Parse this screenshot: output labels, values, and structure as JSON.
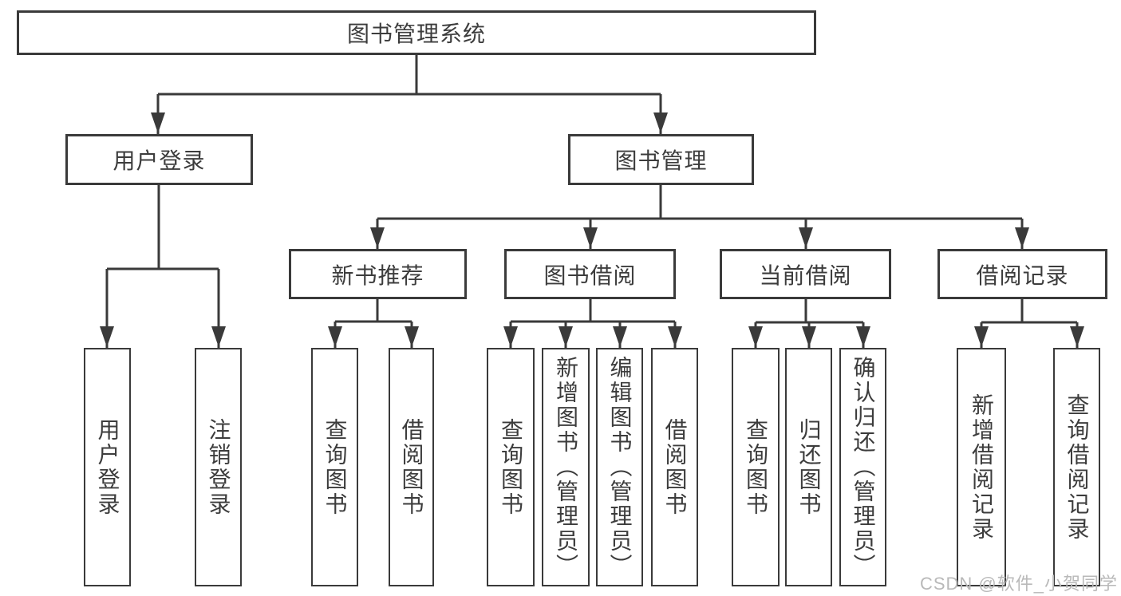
{
  "tree": {
    "label": "图书管理系统",
    "children": [
      {
        "label": "用户登录",
        "children": [
          {
            "label": "用户登录"
          },
          {
            "label": "注销登录"
          }
        ]
      },
      {
        "label": "图书管理",
        "children": [
          {
            "label": "新书推荐",
            "children": [
              {
                "label": "查询图书"
              },
              {
                "label": "借阅图书"
              }
            ]
          },
          {
            "label": "图书借阅",
            "children": [
              {
                "label": "查询图书"
              },
              {
                "label": "新增图书（管理员）"
              },
              {
                "label": "编辑图书（管理员）"
              },
              {
                "label": "借阅图书"
              }
            ]
          },
          {
            "label": "当前借阅",
            "children": [
              {
                "label": "查询图书"
              },
              {
                "label": "归还图书"
              },
              {
                "label": "确认归还（管理员）"
              }
            ]
          },
          {
            "label": "借阅记录",
            "children": [
              {
                "label": "新增借阅记录"
              },
              {
                "label": "查询借阅记录"
              }
            ]
          }
        ]
      }
    ]
  },
  "watermark": {
    "text": "CSDN @软件_小贺同学"
  },
  "colors": {
    "line": "#3a3a3a",
    "box_background": "#ffffff",
    "text": "#3c3c3c",
    "watermark": "#b9b9b9"
  }
}
